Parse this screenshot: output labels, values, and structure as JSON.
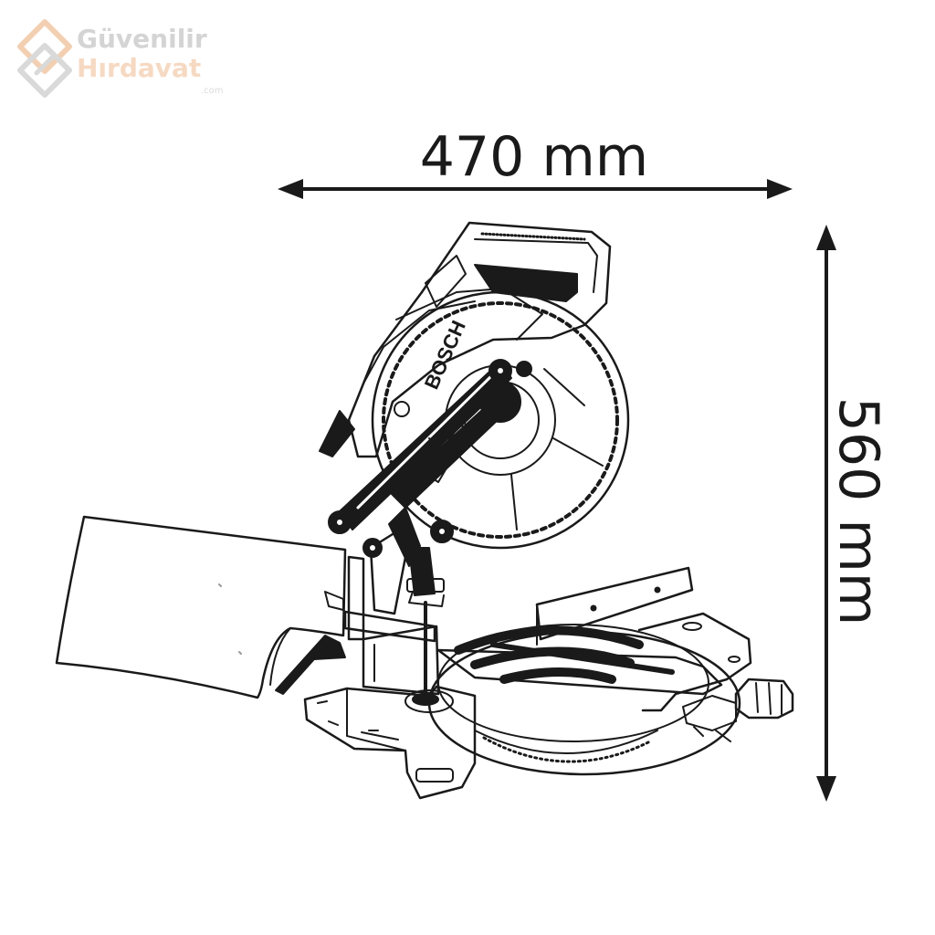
{
  "watermark": {
    "brand_line1": "Güvenilir",
    "brand_line2": "Hırdavat",
    "brand_tld": ".com"
  },
  "dimensions": {
    "width_label": "470 mm",
    "height_label": "560 mm"
  },
  "product": {
    "brand_marking": "BOSCH"
  },
  "colors": {
    "line": "#1a1a1a",
    "watermark_gray": "#d4d4d4",
    "watermark_peach": "#f6d9c2"
  }
}
